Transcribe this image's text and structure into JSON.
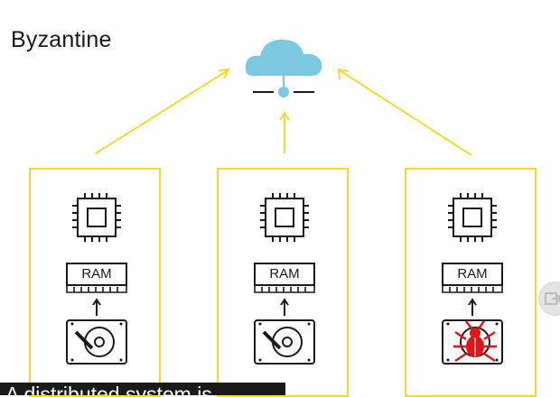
{
  "slide": {
    "title": "Byzantine"
  },
  "caption": {
    "text": "A distributed system is"
  },
  "nodes": [
    {
      "ram_label": "RAM",
      "disk": "hard-drive",
      "faulty": false
    },
    {
      "ram_label": "RAM",
      "disk": "hard-drive",
      "faulty": false
    },
    {
      "ram_label": "RAM",
      "disk": "hard-drive",
      "faulty": true
    }
  ],
  "colors": {
    "accent_yellow": "#f2d935",
    "cloud": "#7cc8e0",
    "bug": "#e01515",
    "icon_stroke": "#1a1a1a"
  },
  "icons": [
    "cloud-icon",
    "cpu-chip-icon",
    "ram-module-icon",
    "hard-drive-icon",
    "bug-icon",
    "side-button-icon"
  ]
}
